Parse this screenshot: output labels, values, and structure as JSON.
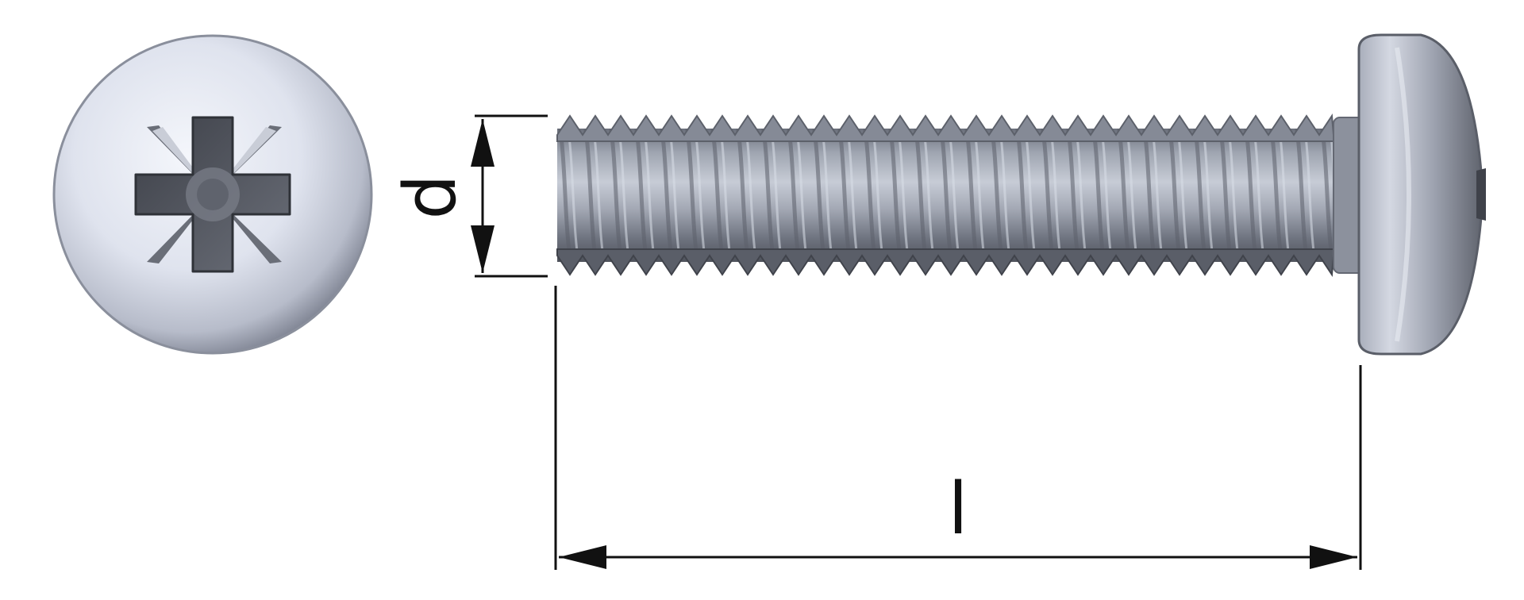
{
  "diagram": {
    "labels": {
      "diameter": "d",
      "length": "l"
    },
    "colors": {
      "background": "#ffffff",
      "steel_light": "#e4e8f3",
      "steel_mid": "#9aa0ad",
      "steel_dark": "#4b505a",
      "dimension_line": "#111111"
    },
    "parts": {
      "head_top_view": "pozidriv-recess",
      "head_side_view": "pan-head",
      "shank": "threaded-shank"
    }
  }
}
